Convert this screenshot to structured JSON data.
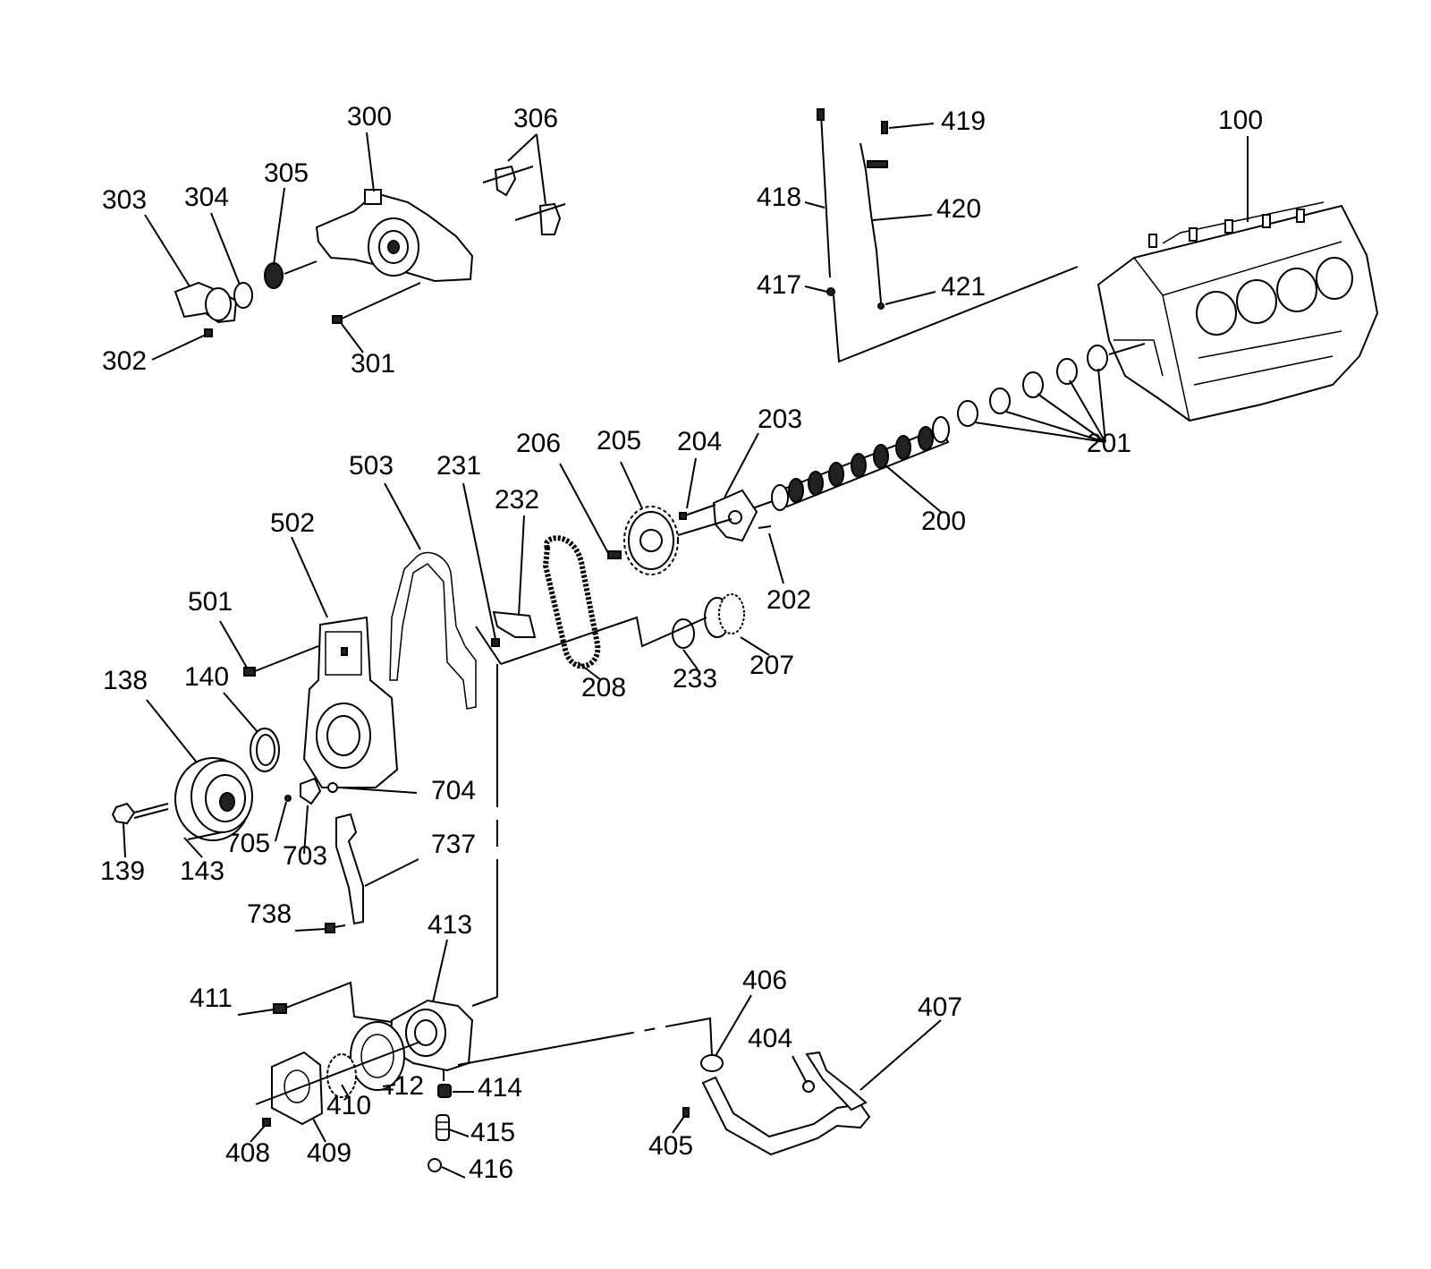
{
  "labels": {
    "p100": "100",
    "p138": "138",
    "p139": "139",
    "p140": "140",
    "p143": "143",
    "p200": "200",
    "p201": "201",
    "p202": "202",
    "p203": "203",
    "p204": "204",
    "p205": "205",
    "p206": "206",
    "p207": "207",
    "p208": "208",
    "p231": "231",
    "p232": "232",
    "p233": "233",
    "p300": "300",
    "p301": "301",
    "p302": "302",
    "p303": "303",
    "p304": "304",
    "p305": "305",
    "p306": "306",
    "p404": "404",
    "p405": "405",
    "p406": "406",
    "p407": "407",
    "p408": "408",
    "p409": "409",
    "p410": "410",
    "p411": "411",
    "p412": "412",
    "p413": "413",
    "p414": "414",
    "p415": "415",
    "p416": "416",
    "p417": "417",
    "p418": "418",
    "p419": "419",
    "p420": "420",
    "p421": "421",
    "p501": "501",
    "p502": "502",
    "p503": "503",
    "p703": "703",
    "p704": "704",
    "p705": "705",
    "p737": "737",
    "p738": "738"
  }
}
